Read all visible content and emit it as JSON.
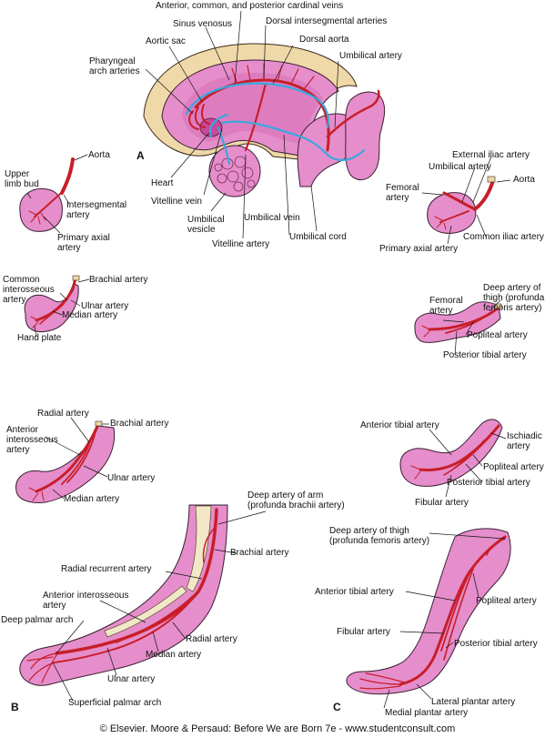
{
  "figure_label_A": "A",
  "figure_label_B": "B",
  "figure_label_C": "C",
  "credit": "© Elsevier. Moore & Persaud: Before We are Born 7e - www.studentconsult.com",
  "embryo": {
    "cardinal_veins": "Anterior, common, and posterior cardinal veins",
    "sinus_venosus": "Sinus venosus",
    "dorsal_intersegmental": "Dorsal intersegmental arteries",
    "aortic_sac": "Aortic sac",
    "dorsal_aorta": "Dorsal aorta",
    "pharyngeal_arch": "Pharyngeal\narch arteries",
    "umbilical_artery": "Umbilical artery",
    "heart": "Heart",
    "vitelline_vein": "Vitelline vein",
    "umbilical_vesicle": "Umbilical\nvesicle",
    "vitelline_artery": "Vitelline artery",
    "umbilical_vein": "Umbilical vein",
    "umbilical_cord": "Umbilical cord"
  },
  "upper_limb_bud": {
    "aorta": "Aorta",
    "upper_limb_bud": "Upper\nlimb bud",
    "intersegmental": "Intersegmental\nartery",
    "primary_axial": "Primary axial\nartery"
  },
  "lower_limb_bud": {
    "external_iliac": "External iliac artery",
    "umbilical_artery": "Umbilical artery",
    "femoral": "Femoral\nartery",
    "aorta": "Aorta",
    "common_iliac": "Common iliac artery",
    "primary_axial": "Primary axial artery"
  },
  "arm_stage1": {
    "brachial": "Brachial artery",
    "common_interosseous": "Common\ninterosseous\nartery",
    "ulnar": "Ulnar artery",
    "median": "Median artery",
    "hand_plate": "Hand plate"
  },
  "leg_stage1": {
    "femoral": "Femoral\nartery",
    "deep_thigh": "Deep artery of\nthigh (profunda\nfemoris artery)",
    "popliteal": "Popliteal artery",
    "posterior_tibial": "Posterior tibial artery"
  },
  "arm_stage2": {
    "radial": "Radial artery",
    "brachial": "Brachial artery",
    "anterior_interosseous": "Anterior\ninterosseous\nartery",
    "ulnar": "Ulnar artery",
    "median": "Median artery"
  },
  "leg_stage2": {
    "anterior_tibial": "Anterior tibial artery",
    "ischiadic": "Ischiadic\nartery",
    "popliteal": "Popliteal artery",
    "posterior_tibial": "Posterior tibial artery",
    "fibular": "Fibular artery"
  },
  "arm_final": {
    "deep_arm": "Deep artery of arm\n(profunda brachii artery)",
    "brachial": "Brachial artery",
    "radial_recurrent": "Radial recurrent artery",
    "anterior_interosseous": "Anterior interosseous\nartery",
    "deep_palmar": "Deep palmar arch",
    "radial": "Radial artery",
    "median": "Median artery",
    "ulnar": "Ulnar artery",
    "superficial_palmar": "Superficial palmar arch"
  },
  "leg_final": {
    "deep_thigh": "Deep artery of thigh\n(profunda femoris artery)",
    "anterior_tibial": "Anterior tibial artery",
    "popliteal": "Popliteal artery",
    "fibular": "Fibular artery",
    "posterior_tibial": "Posterior tibial artery",
    "lateral_plantar": "Lateral plantar artery",
    "medial_plantar": "Medial plantar artery"
  }
}
